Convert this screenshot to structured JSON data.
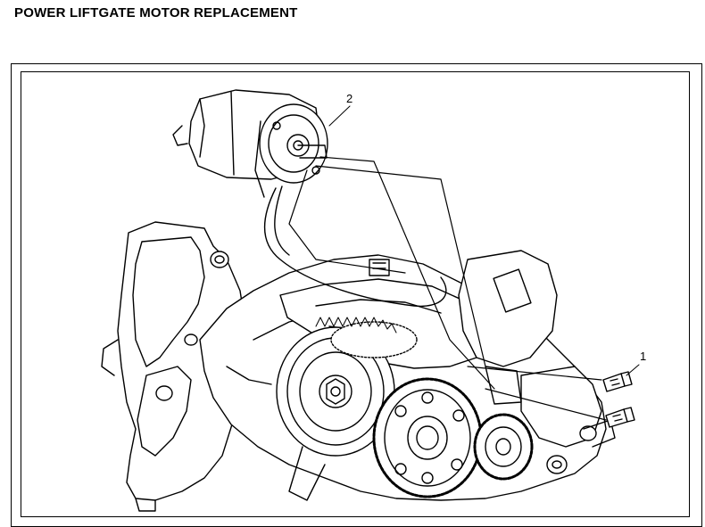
{
  "header": {
    "title": "POWER LIFTGATE MOTOR REPLACEMENT"
  },
  "figure": {
    "callouts": [
      {
        "number": "1",
        "part": "bolt"
      },
      {
        "number": "2",
        "part": "motor"
      }
    ]
  }
}
